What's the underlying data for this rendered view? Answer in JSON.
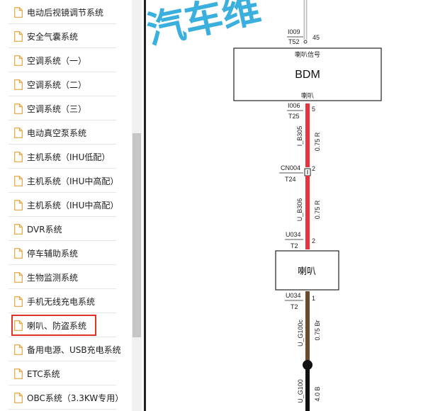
{
  "sidebar": {
    "items": [
      {
        "label": "电动后视镜调节系统",
        "selected": false
      },
      {
        "label": "安全气囊系统",
        "selected": false
      },
      {
        "label": "空调系统（一）",
        "selected": false
      },
      {
        "label": "空调系统（二）",
        "selected": false
      },
      {
        "label": "空调系统（三）",
        "selected": false
      },
      {
        "label": "电动真空泵系统",
        "selected": false
      },
      {
        "label": "主机系统（IHU低配）",
        "selected": false
      },
      {
        "label": "主机系统（IHU中高配）",
        "selected": false
      },
      {
        "label": "主机系统（IHU中高配）",
        "selected": false
      },
      {
        "label": "DVR系统",
        "selected": false
      },
      {
        "label": "停车辅助系统",
        "selected": false
      },
      {
        "label": "生物监测系统",
        "selected": false
      },
      {
        "label": "手机无线充电系统",
        "selected": false
      },
      {
        "label": "喇叭、防盗系统",
        "selected": true
      },
      {
        "label": "备用电源、USB充电系统",
        "selected": false
      },
      {
        "label": "ETC系统",
        "selected": false
      },
      {
        "label": "OBC系统（3.3KW专用）",
        "selected": false
      }
    ]
  },
  "diagram": {
    "watermark": "汽车维",
    "top_connector": {
      "id": "I009",
      "connector": "T52",
      "pin": "45"
    },
    "bdm": {
      "name": "BDM",
      "signal_label": "喇叭信号",
      "pin_label": "喇叭"
    },
    "conn_i006": {
      "id": "I006",
      "connector": "T25",
      "pin": "5"
    },
    "wire1": {
      "code": "I_B305",
      "size": "0.75 R"
    },
    "conn_cn004": {
      "id": "CN004",
      "connector": "T24",
      "pin": "2"
    },
    "wire2": {
      "code": "U_B306",
      "size": "0.75 R"
    },
    "conn_u034_top": {
      "id": "U034",
      "connector": "T2",
      "pin": "2"
    },
    "horn": {
      "name": "喇叭"
    },
    "conn_u034_bottom": {
      "id": "U034",
      "connector": "T2",
      "pin": "1"
    },
    "wire3": {
      "code": "U_G100c",
      "size": "0.75 Br"
    },
    "wire4": {
      "code": "U_G100",
      "size": "4.0 B"
    }
  },
  "colors": {
    "wire_red": "#e8333b",
    "wire_brown": "#6b4a2e",
    "wire_black": "#111111",
    "selection": "#e0342b",
    "watermark": "#1aa3d9"
  },
  "icons": {
    "nav_item": "file-icon"
  }
}
